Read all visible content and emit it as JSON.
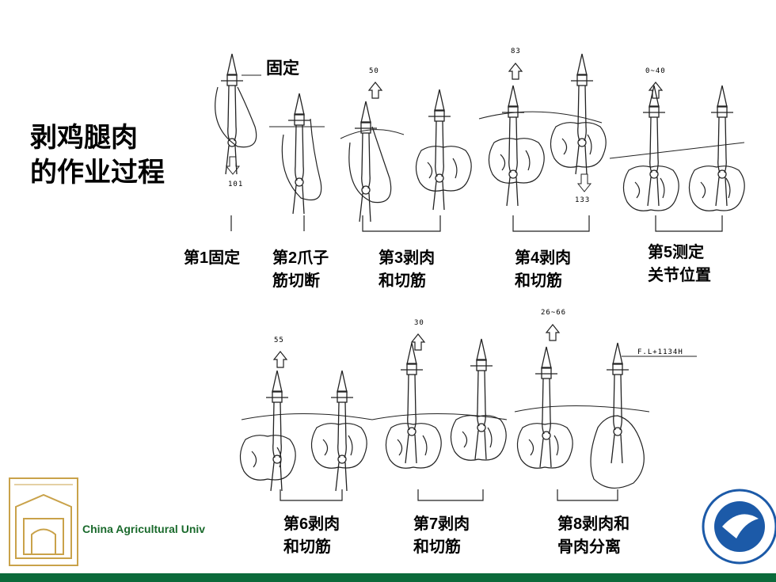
{
  "title": {
    "line1": "剥鸡腿肉",
    "line2": "的作业过程"
  },
  "fix_label": "固定",
  "steps": [
    {
      "line1": "第1固定",
      "line2": ""
    },
    {
      "line1": "第2爪子",
      "line2": "筋切断"
    },
    {
      "line1": "第3剥肉",
      "line2": "和切筋"
    },
    {
      "line1": "第4剥肉",
      "line2": "和切筋"
    },
    {
      "line1": "第5测定",
      "line2": "关节位置"
    },
    {
      "line1": "第6剥肉",
      "line2": "和切筋"
    },
    {
      "line1": "第7剥肉",
      "line2": "和切筋"
    },
    {
      "line1": "第8剥肉和",
      "line2": "骨肉分离"
    }
  ],
  "annotations": {
    "n101": "101",
    "n50": "50",
    "n83": "83",
    "n133": "133",
    "n0_40": "0~40",
    "n55": "55",
    "n30": "30",
    "n26_66": "26~66",
    "fl": "F.L+1134H"
  },
  "footer": {
    "university_text": "China Agricultural Univ"
  },
  "colors": {
    "footer_bar": "#0b6a3a",
    "logo_gold": "#c9a24a",
    "logo_blue": "#1c5aa8",
    "text_green": "#1a6a2c"
  },
  "icons": {
    "left_logo": "university-crest-icon",
    "right_logo": "engineering-college-emblem-icon"
  }
}
